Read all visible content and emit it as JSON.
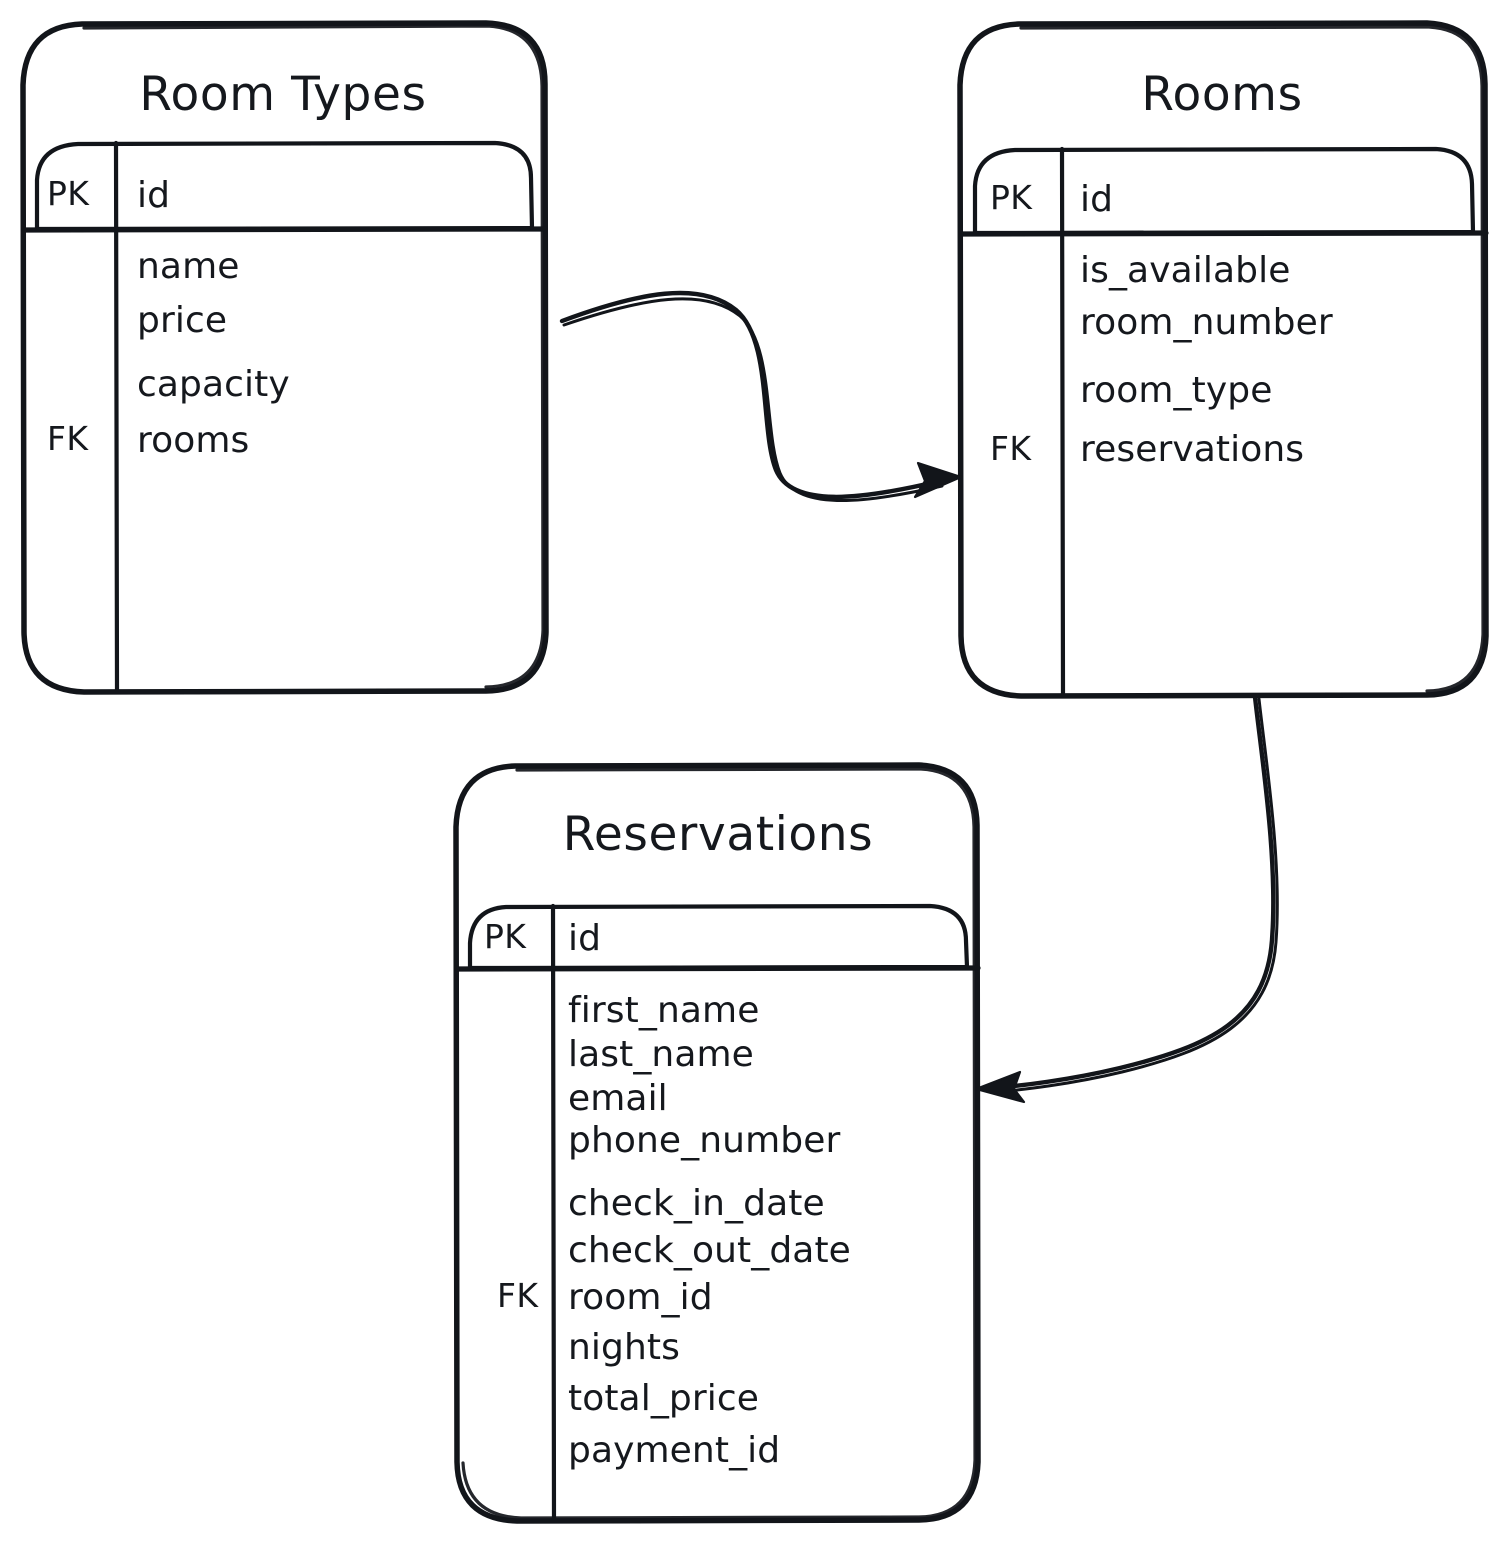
{
  "diagram": {
    "kind": "entity-relationship-diagram",
    "style": "hand-drawn",
    "background_color": "#ffffff",
    "ink_color": "#15181d",
    "entities": [
      {
        "id": "room_types",
        "title": "Room Types",
        "primary_key": {
          "badge": "PK",
          "field": "id"
        },
        "foreign_key_badge": "FK",
        "fields": [
          "name",
          "price",
          "capacity",
          "rooms"
        ]
      },
      {
        "id": "rooms",
        "title": "Rooms",
        "primary_key": {
          "badge": "PK",
          "field": "id"
        },
        "foreign_key_badge": "FK",
        "fields": [
          "is_available",
          "room_number",
          "room_type",
          "reservations"
        ]
      },
      {
        "id": "reservations",
        "title": "Reservations",
        "primary_key": {
          "badge": "PK",
          "field": "id"
        },
        "foreign_key_badge": "FK",
        "fields": [
          "first_name",
          "last_name",
          "email",
          "phone_number",
          "check_in_date",
          "check_out_date",
          "room_id",
          "nights",
          "total_price",
          "payment_id"
        ]
      }
    ],
    "relationships": [
      {
        "id": "rt-to-rooms",
        "from": "room_types",
        "to": "rooms",
        "arrow": "single-head"
      },
      {
        "id": "rooms-to-reservations",
        "from": "rooms",
        "to": "reservations",
        "arrow": "single-head"
      }
    ]
  }
}
